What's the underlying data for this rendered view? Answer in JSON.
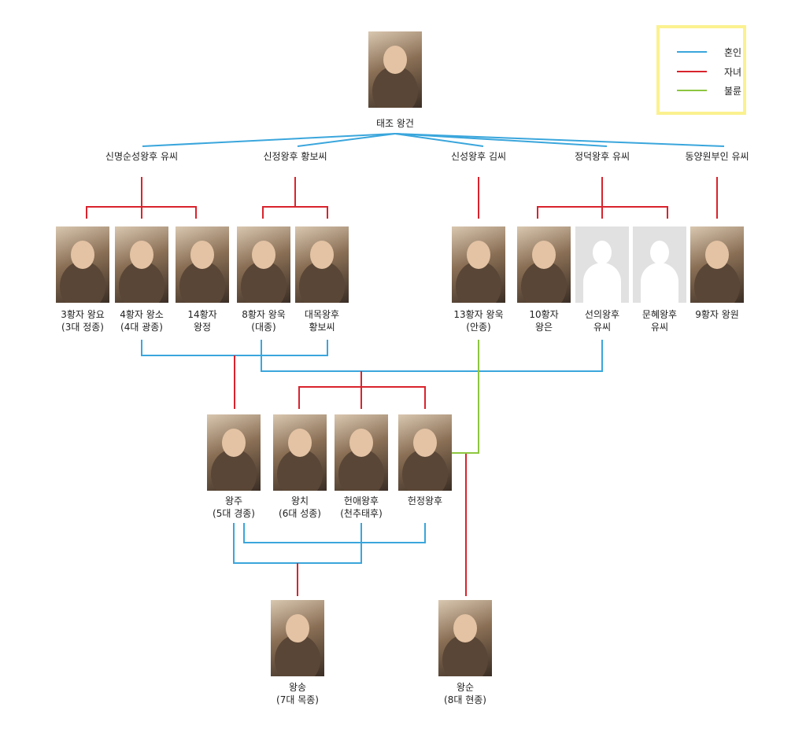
{
  "colors": {
    "marriage": "#3aa6dc",
    "child": "#d9232d",
    "affair": "#8dc63f",
    "legend_border": "#fbf18f"
  },
  "legend": [
    {
      "label": "혼인",
      "color": "#3aa6dc"
    },
    {
      "label": "자녀",
      "color": "#d9232d"
    },
    {
      "label": "불륜",
      "color": "#8dc63f"
    }
  ],
  "root": {
    "name": "태조 왕건"
  },
  "wives": [
    "신명순성왕후 유씨",
    "신정왕후 황보씨",
    "신성왕후 김씨",
    "정덕왕후 유씨",
    "동양원부인 유씨"
  ],
  "gen2": [
    {
      "line1": "3황자 왕요",
      "line2": "(3대 정종)"
    },
    {
      "line1": "4황자 왕소",
      "line2": "(4대 광종)"
    },
    {
      "line1": "14황자",
      "line2": "왕정"
    },
    {
      "line1": "8황자 왕욱",
      "line2": "(대종)"
    },
    {
      "line1": "대목왕후",
      "line2": "황보씨"
    },
    {
      "line1": "13황자 왕욱",
      "line2": "(안종)"
    },
    {
      "line1": "10황자",
      "line2": "왕은"
    },
    {
      "line1": "선의왕후",
      "line2": "유씨"
    },
    {
      "line1": "문혜왕후",
      "line2": "유씨"
    },
    {
      "line1": "9황자 왕원",
      "line2": ""
    }
  ],
  "gen3": [
    {
      "line1": "왕주",
      "line2": "(5대 경종)"
    },
    {
      "line1": "왕치",
      "line2": "(6대 성종)"
    },
    {
      "line1": "헌애왕후",
      "line2": "(천추태후)"
    },
    {
      "line1": "헌정왕후",
      "line2": ""
    }
  ],
  "gen4": [
    {
      "line1": "왕송",
      "line2": "(7대 목종)"
    },
    {
      "line1": "왕순",
      "line2": "(8대 현종)"
    }
  ]
}
